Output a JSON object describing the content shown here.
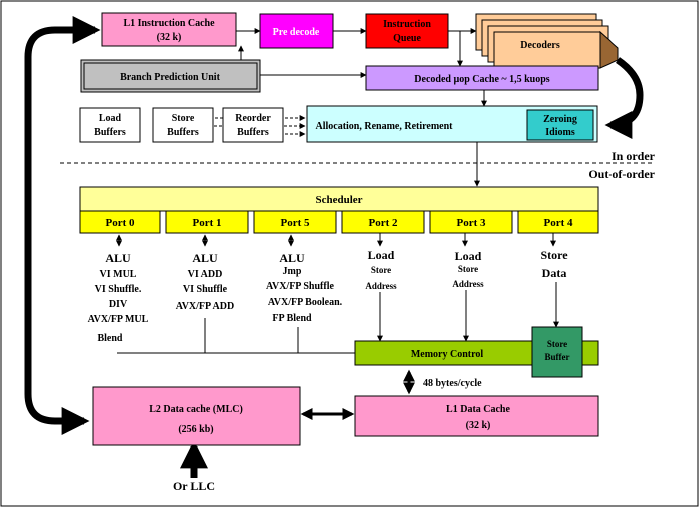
{
  "l1_icache": {
    "line1": "L1 Instruction Cache",
    "line2": "(32 k)"
  },
  "predecode": "Pre decode",
  "instruction_queue": {
    "line1": "Instruction",
    "line2": "Queue"
  },
  "decoders": "Decoders",
  "branch_prediction": "Branch Prediction Unit",
  "uop_cache": "Decoded µop Cache ~ 1,5 kuops",
  "load_buffers": {
    "line1": "Load",
    "line2": "Buffers"
  },
  "store_buffers": {
    "line1": "Store",
    "line2": "Buffers"
  },
  "reorder_buffers": {
    "line1": "Reorder",
    "line2": "Buffers"
  },
  "allocation": "Allocation, Rename, Retirement",
  "zeroing_idioms": {
    "line1": "Zeroing",
    "line2": "Idioms"
  },
  "in_order": "In order",
  "out_of_order": "Out-of-order",
  "scheduler": "Scheduler",
  "ports": [
    "Port 0",
    "Port 1",
    "Port 5",
    "Port 2",
    "Port 3",
    "Port 4"
  ],
  "port0_units": {
    "title": "ALU",
    "lines": [
      "VI MUL",
      "VI Shuffle.",
      "DIV",
      "AVX/FP  MUL",
      "Blend"
    ]
  },
  "port1_units": {
    "title": "ALU",
    "lines": [
      "VI ADD",
      "VI Shuffle",
      "AVX/FP  ADD"
    ]
  },
  "port5_units": {
    "title": "ALU",
    "lines": [
      "Jmp",
      "AVX/FP  Shuffle",
      "AVX/FP  Boolean.",
      "FP Blend"
    ]
  },
  "port2_units": {
    "title": "Load",
    "lines": [
      "Store",
      "Address"
    ]
  },
  "port3_units": {
    "title": "Load",
    "lines": [
      "Store",
      "Address"
    ]
  },
  "port4_units": {
    "title": "Store",
    "line2": "Data"
  },
  "memory_control": "Memory Control",
  "store_buffer": {
    "line1": "Store",
    "line2": "Buffer"
  },
  "bandwidth": "48 bytes/cycle",
  "l2_cache": {
    "line1": "L2 Data cache (MLC)",
    "line2": "(256 kb)"
  },
  "l1_dcache": {
    "line1": "L1 Data Cache",
    "line2": "(32 k)"
  },
  "llc": "Or LLC",
  "colors": {
    "pink": "#ff99cc",
    "magenta": "#ff00ff",
    "red": "#ff0000",
    "peach": "#ffcc99",
    "gray": "#c0c0c0",
    "lavender": "#cc99ff",
    "cyan": "#ccffff",
    "turquoise": "#33cccc",
    "yellow": "#ffff00",
    "light_yellow": "#ffff99",
    "green": "#99cc00",
    "dark_green": "#339966"
  }
}
